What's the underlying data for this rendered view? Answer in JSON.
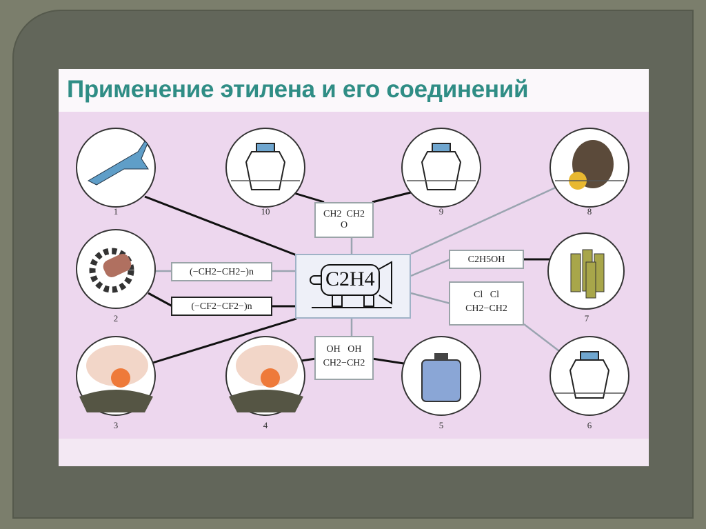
{
  "title": "Применение этилена и его соединений",
  "center": {
    "formula": "C2H4",
    "icon": "ethylene-tank-icon"
  },
  "compounds": {
    "ethylene_oxide": {
      "left": "CH2",
      "right": "CH2",
      "bridge": "O"
    },
    "polyethylene": "(−CH2−CH2−)n",
    "teflon": "(−CF2−CF2−)n",
    "ethanol": "C2H5OH",
    "dichloroethane": {
      "top": "Cl   Cl",
      "bottom": "CH2−CH2"
    },
    "ethylene_glycol": {
      "top": "OH   OH",
      "bottom": "CH2−CH2"
    }
  },
  "applications": [
    {
      "n": "1",
      "icon": "airplane-icon"
    },
    {
      "n": "2",
      "icon": "gear-pipe-icon"
    },
    {
      "n": "3",
      "icon": "explosion-icon"
    },
    {
      "n": "4",
      "icon": "explosion-icon"
    },
    {
      "n": "5",
      "icon": "container-icon"
    },
    {
      "n": "6",
      "icon": "jar-icon"
    },
    {
      "n": "7",
      "icon": "cylinders-icon"
    },
    {
      "n": "8",
      "icon": "fruit-icon"
    },
    {
      "n": "9",
      "icon": "jar-icon"
    },
    {
      "n": "10",
      "icon": "jar-icon"
    }
  ],
  "colors": {
    "title": "#2f8d85",
    "background": "#edd7ee",
    "frame": "#62665a"
  }
}
